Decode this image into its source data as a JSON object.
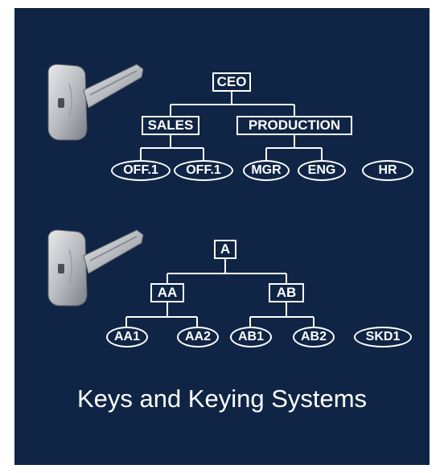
{
  "title": "Keys and Keying Systems",
  "hierarchy_1": {
    "root": "CEO",
    "level1": [
      "SALES",
      "PRODUCTION"
    ],
    "leaves": [
      "OFF.1",
      "OFF.1",
      "MGR",
      "ENG"
    ],
    "standalone": "HR"
  },
  "hierarchy_2": {
    "root": "A",
    "level1": [
      "AA",
      "AB"
    ],
    "leaves": [
      "AA1",
      "AA2",
      "AB1",
      "AB2"
    ],
    "standalone": "SKD1"
  },
  "colors": {
    "background": "#102545",
    "foreground": "#ffffff"
  }
}
